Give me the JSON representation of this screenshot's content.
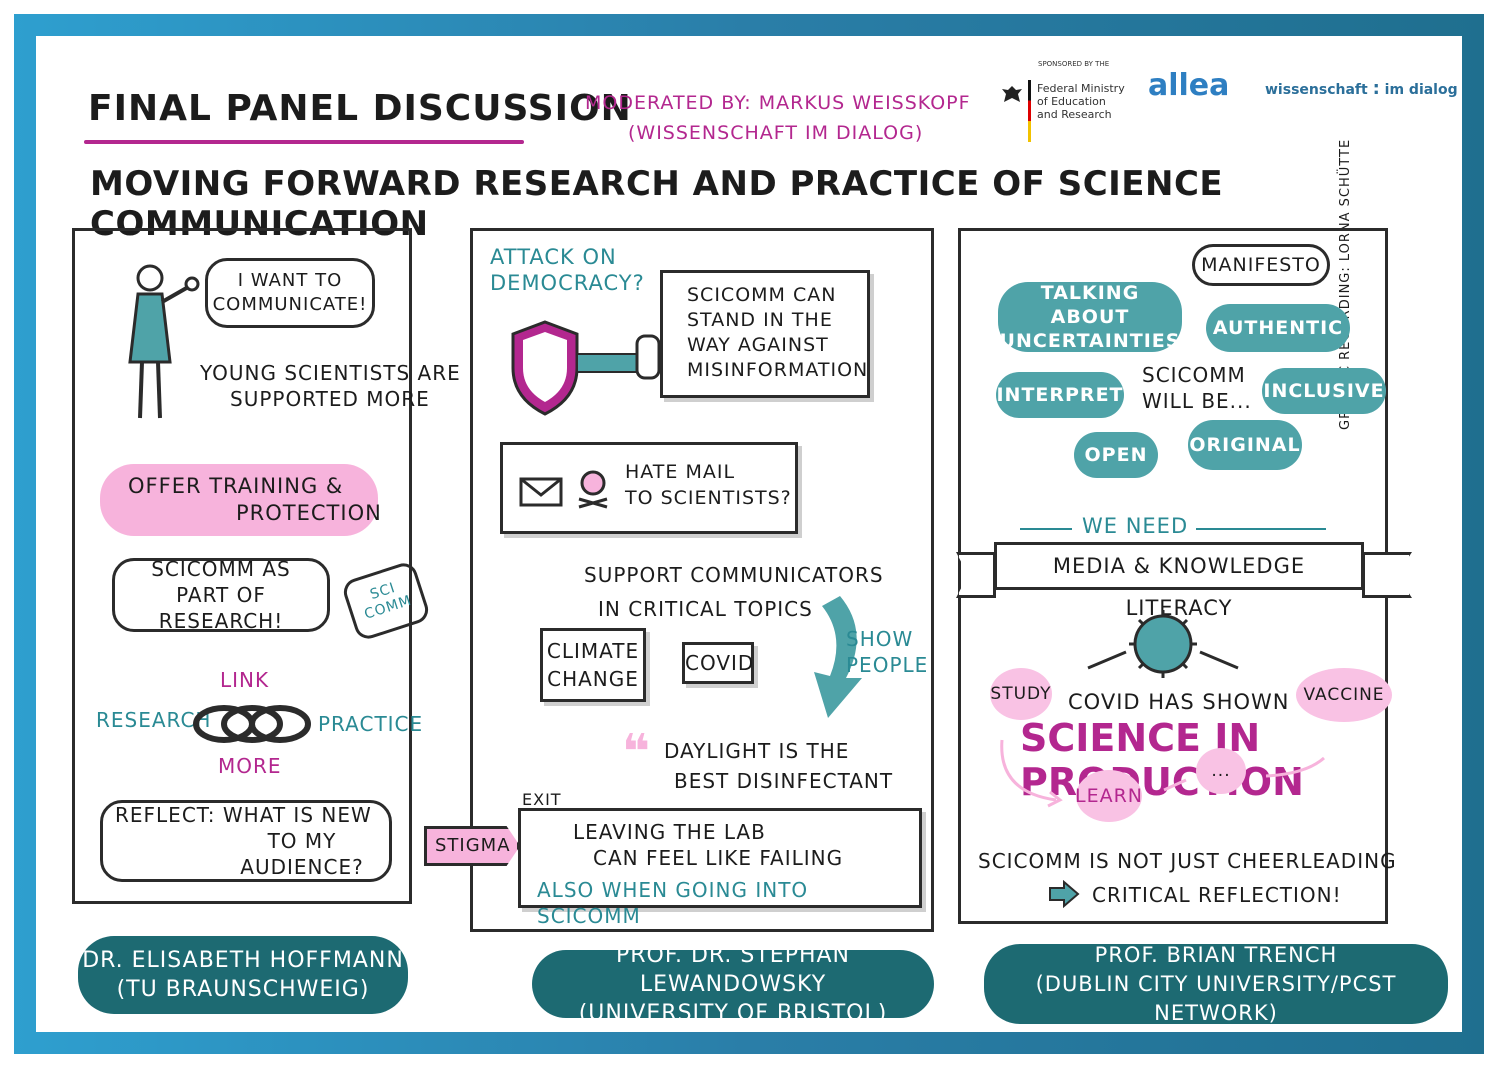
{
  "header": {
    "title": "Final Panel Discussion",
    "moderated_line1": "Moderated by: Markus Weißkopf",
    "moderated_line2": "(Wissenschaft im Dialog)",
    "subtitle": "Moving Forward Research and Practice of Science Communication",
    "credit": "Graphic Recording: Lorna Schütte"
  },
  "sponsors": {
    "sponsored_by": "SPONSORED BY THE",
    "ministry_line1": "Federal Ministry",
    "ministry_line2": "of Education",
    "ministry_line3": "and Research",
    "allea": "allea",
    "wid_left": "wissenschaft",
    "wid_sep": ":",
    "wid_right": "im dialog"
  },
  "panel1": {
    "bubble_communicate_1": "I want to",
    "bubble_communicate_2": "communicate!",
    "young_1": "Young scientists are",
    "young_2": "supported more",
    "offer_1": "Offer training &",
    "offer_2": "protection",
    "scicomm_part_1": "SciComm as",
    "scicomm_part_2": "part of research!",
    "puzzle_1": "Sci",
    "puzzle_2": "Comm",
    "link": "Link",
    "research": "Research",
    "practice": "Practice",
    "more": "More",
    "reflect_1": "Reflect: What is new",
    "reflect_2": "to my audience?",
    "speaker_1": "Dr. Elisabeth Hoffmann",
    "speaker_2": "(TU Braunschweig)"
  },
  "panel2": {
    "attack_1": "Attack on",
    "attack_2": "democracy?",
    "stand_1": "SciComm can",
    "stand_2": "stand in the",
    "stand_3": "way against",
    "stand_4": "misinformation",
    "hate_1": "Hate mail",
    "hate_2": "to scientists?",
    "support_1": "Support communicators",
    "support_2": "in critical topics",
    "climate_1": "Climate",
    "climate_2": "change",
    "covid": "Covid",
    "show_1": "Show",
    "show_2": "people",
    "daylight_1": "Daylight is the",
    "daylight_2": "best disinfectant",
    "exit": "Exit",
    "stigma": "Stigma",
    "leaving_1": "Leaving the lab",
    "leaving_2": "can feel like failing",
    "also": "also when going into SciComm",
    "speaker_1": "Prof. Dr. Stephan Lewandowsky",
    "speaker_2": "(University of Bristol)"
  },
  "panel3": {
    "manifesto": "Manifesto",
    "talking_1": "Talking about",
    "talking_2": "uncertainties",
    "authentic": "Authentic",
    "interpret": "Interpret",
    "scicomm_will_1": "SciComm",
    "scicomm_will_2": "will be...",
    "inclusive": "Inclusive",
    "open": "Open",
    "original": "Original",
    "we_need": "We need",
    "literacy": "Media & Knowledge Literacy",
    "study": "Study",
    "covid_shown": "Covid has shown",
    "vaccine": "Vaccine",
    "science_production": "Science in Production",
    "learn": "Learn",
    "dots": "...",
    "not_cheer_1": "SciComm is not just cheerleading",
    "not_cheer_2": "critical reflection!",
    "speaker_1": "Prof. Brian Trench",
    "speaker_2": "(Dublin City University/PCST Network)"
  },
  "colors": {
    "border": "#2b8fb6",
    "teal": "#4fa3a8",
    "dark_teal": "#1d6a72",
    "magenta": "#b3278f",
    "pink": "#f7b3dc"
  }
}
